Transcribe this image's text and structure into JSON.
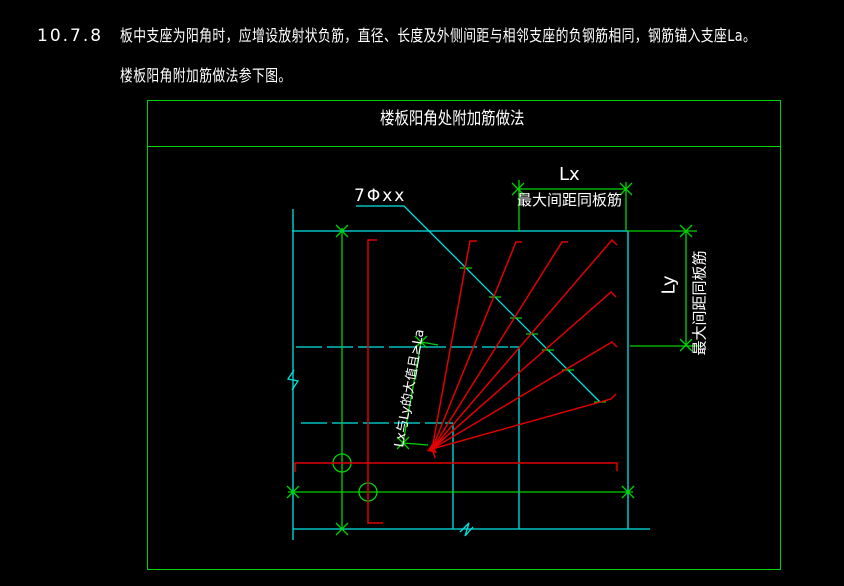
{
  "colors": {
    "c-bg": "#000000",
    "c-green": "#00d400",
    "c-cyan": "#00e5e5",
    "c-red": "#e00000",
    "c-white": "#ffffff"
  },
  "document": {
    "clause": "10.7.8",
    "line1": "板中支座为阳角时，应增设放射状负筋，直径、长度及外侧间距与相邻支座的负钢筋相同，钢筋锚入支座La。",
    "line2": "楼板阳角附加筋做法参下图。"
  },
  "figure": {
    "title": "楼板阳角处附加筋做法",
    "labels": {
      "bar_callout": "7Φxx",
      "lx": "Lx",
      "lx_note": "最大间距同板筋",
      "ly": "Ly",
      "ly_note": "最大间距同板筋",
      "radial_length_note": "Lx与Ly的大值且≥La"
    }
  }
}
